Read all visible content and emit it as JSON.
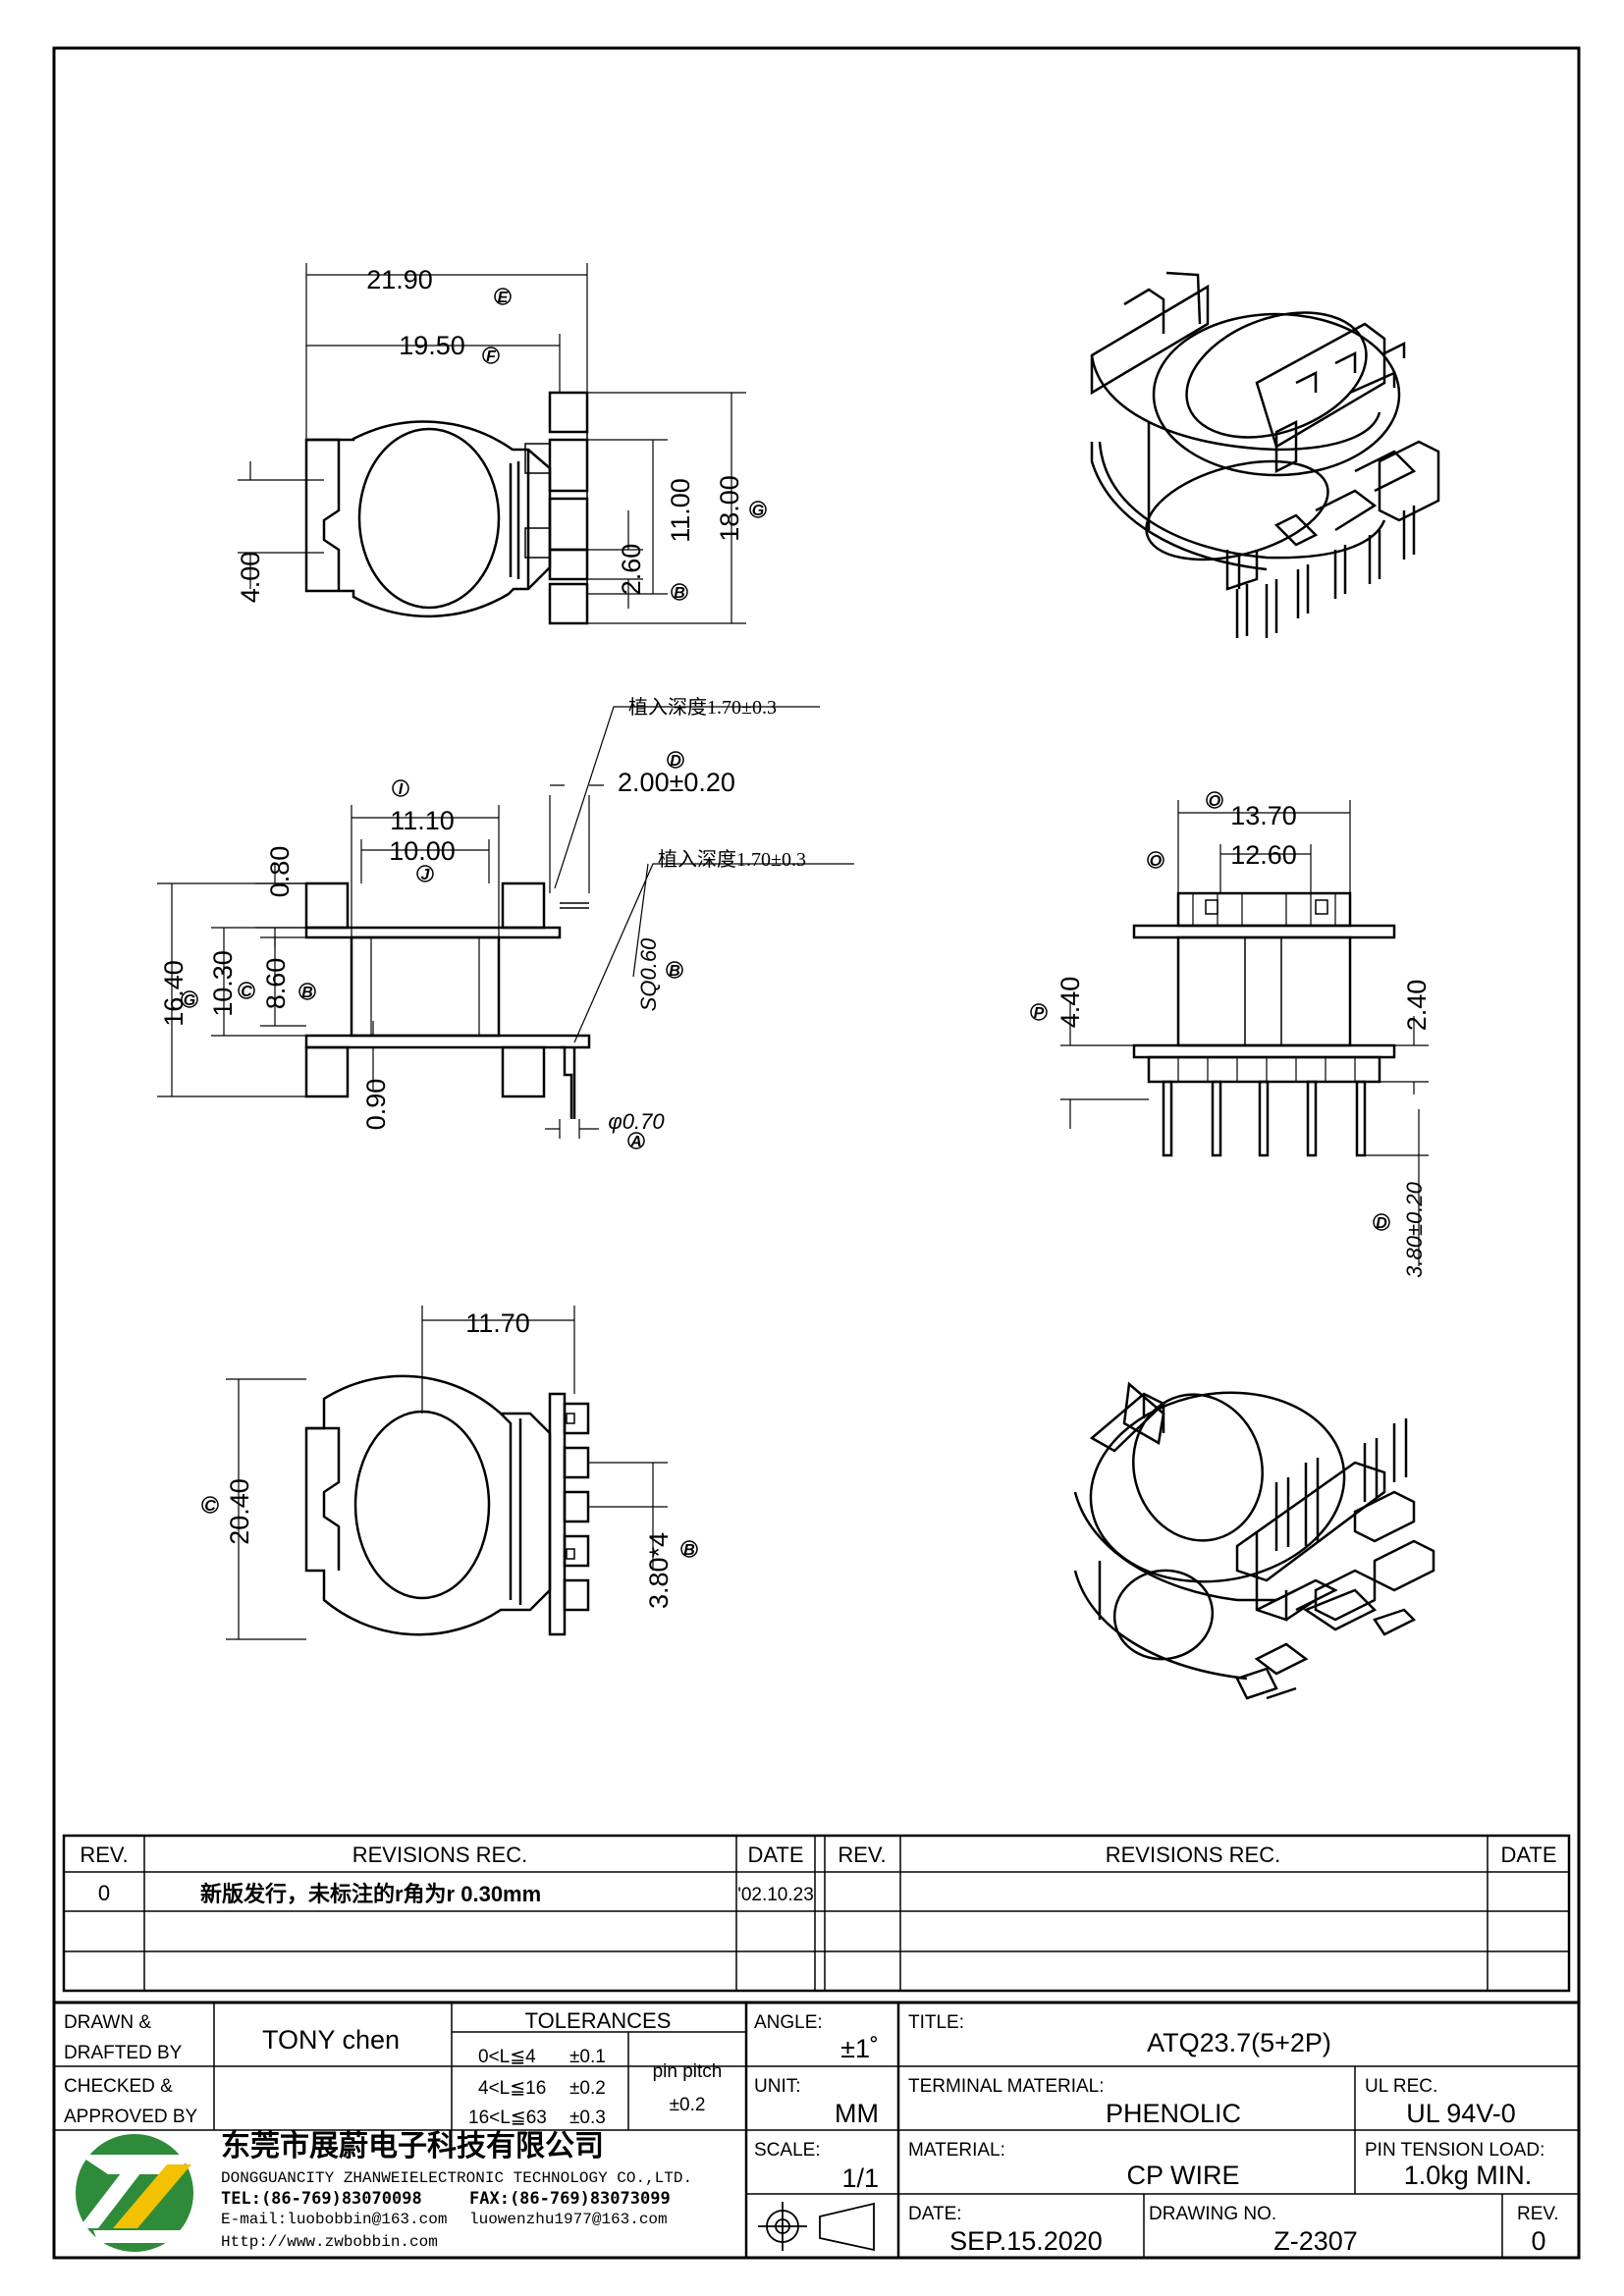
{
  "drawing": {
    "top_view": {
      "d1": "21.90",
      "d2": "19.50",
      "d3": "4.00",
      "d4": "11.00",
      "d5": "18.00",
      "d6": "2.60"
    },
    "front_view": {
      "d1": "11.10",
      "d2": "10.00",
      "d3": "0.80",
      "d4": "16.40",
      "d5": "10.30",
      "d6": "8.60",
      "d7": "0.90",
      "d8": "2.00±0.20",
      "d9": "SQ0.60",
      "d10": "φ0.70",
      "note1": "植入深度1.70±0.3",
      "note2": "植入深度1.70±0.3"
    },
    "side_view": {
      "d1": "13.70",
      "d2": "12.60",
      "d3": "4.40",
      "d4": "2.40",
      "d5": "3.80±0.20"
    },
    "bottom_view": {
      "d1": "11.70",
      "d2": "20.40",
      "d3": "3.80*4"
    },
    "balloons": {
      "a": "A",
      "b": "B",
      "c": "C",
      "d": "D",
      "e": "E",
      "f": "F",
      "g": "G",
      "i": "I",
      "j": "J",
      "o": "O",
      "p": "P"
    }
  },
  "revisions": {
    "h_rev": "REV.",
    "h_rec": "REVISIONS   REC.",
    "h_date": "DATE",
    "row_rev": "0",
    "row_text": "新版发行，未标注的r角为r 0.30mm",
    "row_date": "'02.10.23"
  },
  "title_block": {
    "drawn_l1": "DRAWN  &",
    "drawn_l2": "DRAFTED BY",
    "drawn_by": "TONY  chen",
    "checked_l1": "CHECKED  &",
    "checked_l2": "APPROVED BY",
    "tol_title": "TOLERANCES",
    "tol1": "0<L≦4",
    "tol1v": "±0.1",
    "tol2": "4<L≦16",
    "tol2v": "±0.2",
    "tol3": "16<L≦63",
    "tol3v": "±0.3",
    "pitch_l": "pin  pitch",
    "pitch_v": "±0.2",
    "angle_l": "ANGLE:",
    "angle_v": "±1˚",
    "unit_l": "UNIT:",
    "unit_v": "MM",
    "scale_l": "SCALE:",
    "scale_v": "1/1",
    "title_l": "TITLE:",
    "title_v": "ATQ23.7(5+2P)",
    "term_l": "TERMINAL  MATERIAL:",
    "term_v": "PHENOLIC",
    "ul_l": "UL  REC.",
    "ul_v": "UL  94V-0",
    "mat_l": "MATERIAL:",
    "mat_v": "CP  WIRE",
    "pin_l": "PIN  TENSION  LOAD:",
    "pin_v": "1.0kg  MIN.",
    "date_l": "DATE:",
    "date_v": "SEP.15.2020",
    "dwg_l": "DRAWING  NO.",
    "dwg_v": "Z-2307",
    "rev_l": "REV.",
    "rev_v": "0"
  },
  "company": {
    "name_cn": "东莞市展蔚电子科技有限公司",
    "name_en": "DONGGUANCITY ZHANWEIELECTRONIC TECHNOLOGY CO.,LTD.",
    "tel": "TEL:(86-769)83070098",
    "fax": "FAX:(86-769)83073099",
    "email1": "E-mail:luobobbin@163.com",
    "email2": "luowenzhu1977@163.com",
    "web": "Http://www.zwbobbin.com"
  },
  "colors": {
    "line": "#000000",
    "logo_green": "#2e8b3a",
    "logo_yellow": "#f2c200"
  }
}
